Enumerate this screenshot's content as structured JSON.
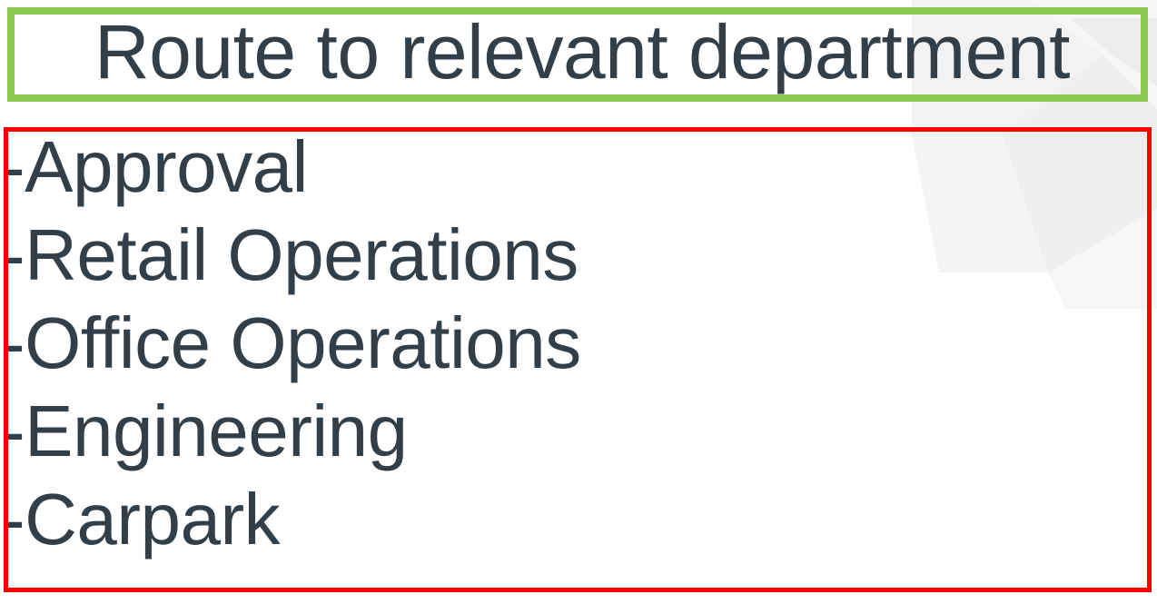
{
  "slide": {
    "background_color": "#FFFFFF",
    "watermark": {
      "name": "chevron-ribbon-watermark",
      "color": "#EFEFEF"
    }
  },
  "title_box": {
    "border_color": "#8DC94F",
    "text": "Route to relevant department",
    "text_color": "#333F48"
  },
  "list_box": {
    "border_color": "#FF0000",
    "text_color": "#333F48",
    "bullet_prefix": "-",
    "items": [
      {
        "prefix": "-",
        "label": "Approval"
      },
      {
        "prefix": "-",
        "label": "Retail Operations"
      },
      {
        "prefix": "-",
        "label": "Office Operations"
      },
      {
        "prefix": "-",
        "label": "Engineering"
      },
      {
        "prefix": "-",
        "label": "Carpark"
      }
    ]
  }
}
